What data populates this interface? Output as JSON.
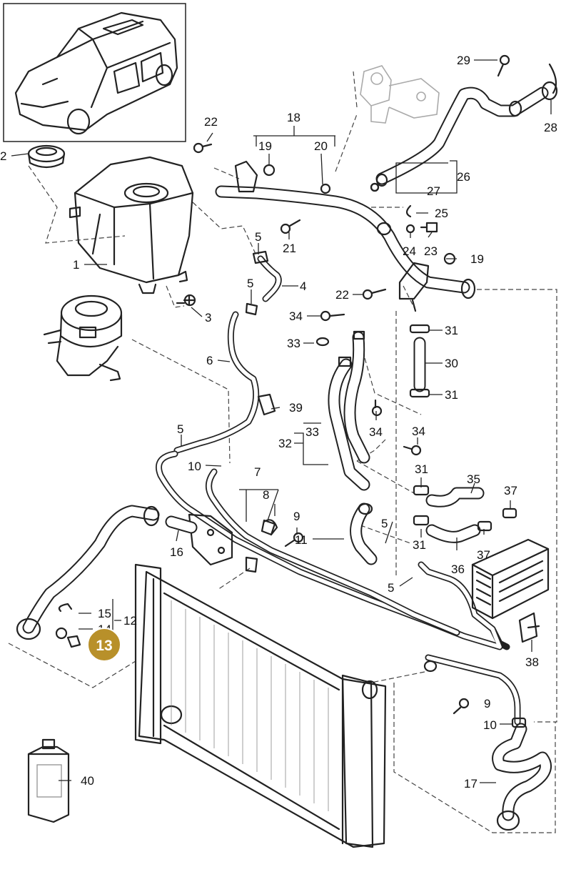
{
  "callouts": {
    "c1": "1",
    "c2": "2",
    "c3": "3",
    "c4": "4",
    "c5a": "5",
    "c5b": "5",
    "c5c": "5",
    "c5d": "5",
    "c5e": "5",
    "c6": "6",
    "c7": "7",
    "c8": "8",
    "c9a": "9",
    "c9b": "9",
    "c10a": "10",
    "c10b": "10",
    "c11": "11",
    "c12": "12",
    "c14": "14",
    "c15": "15",
    "c16": "16",
    "c17": "17",
    "c18": "18",
    "c19a": "19",
    "c19b": "19",
    "c20": "20",
    "c21": "21",
    "c22a": "22",
    "c22b": "22",
    "c23": "23",
    "c24": "24",
    "c25": "25",
    "c26": "26",
    "c27": "27",
    "c28": "28",
    "c29": "29",
    "c30": "30",
    "c31a": "31",
    "c31b": "31",
    "c31c": "31",
    "c31d": "31",
    "c32": "32",
    "c33a": "33",
    "c33b": "33",
    "c34a": "34",
    "c34b": "34",
    "c34c": "34",
    "c35": "35",
    "c36": "36",
    "c37a": "37",
    "c37b": "37",
    "c38": "38",
    "c39": "39",
    "c40": "40"
  },
  "highlight": {
    "label": "13",
    "color": "#b8902a"
  },
  "colors": {
    "line": "#222222",
    "background": "#ffffff"
  }
}
